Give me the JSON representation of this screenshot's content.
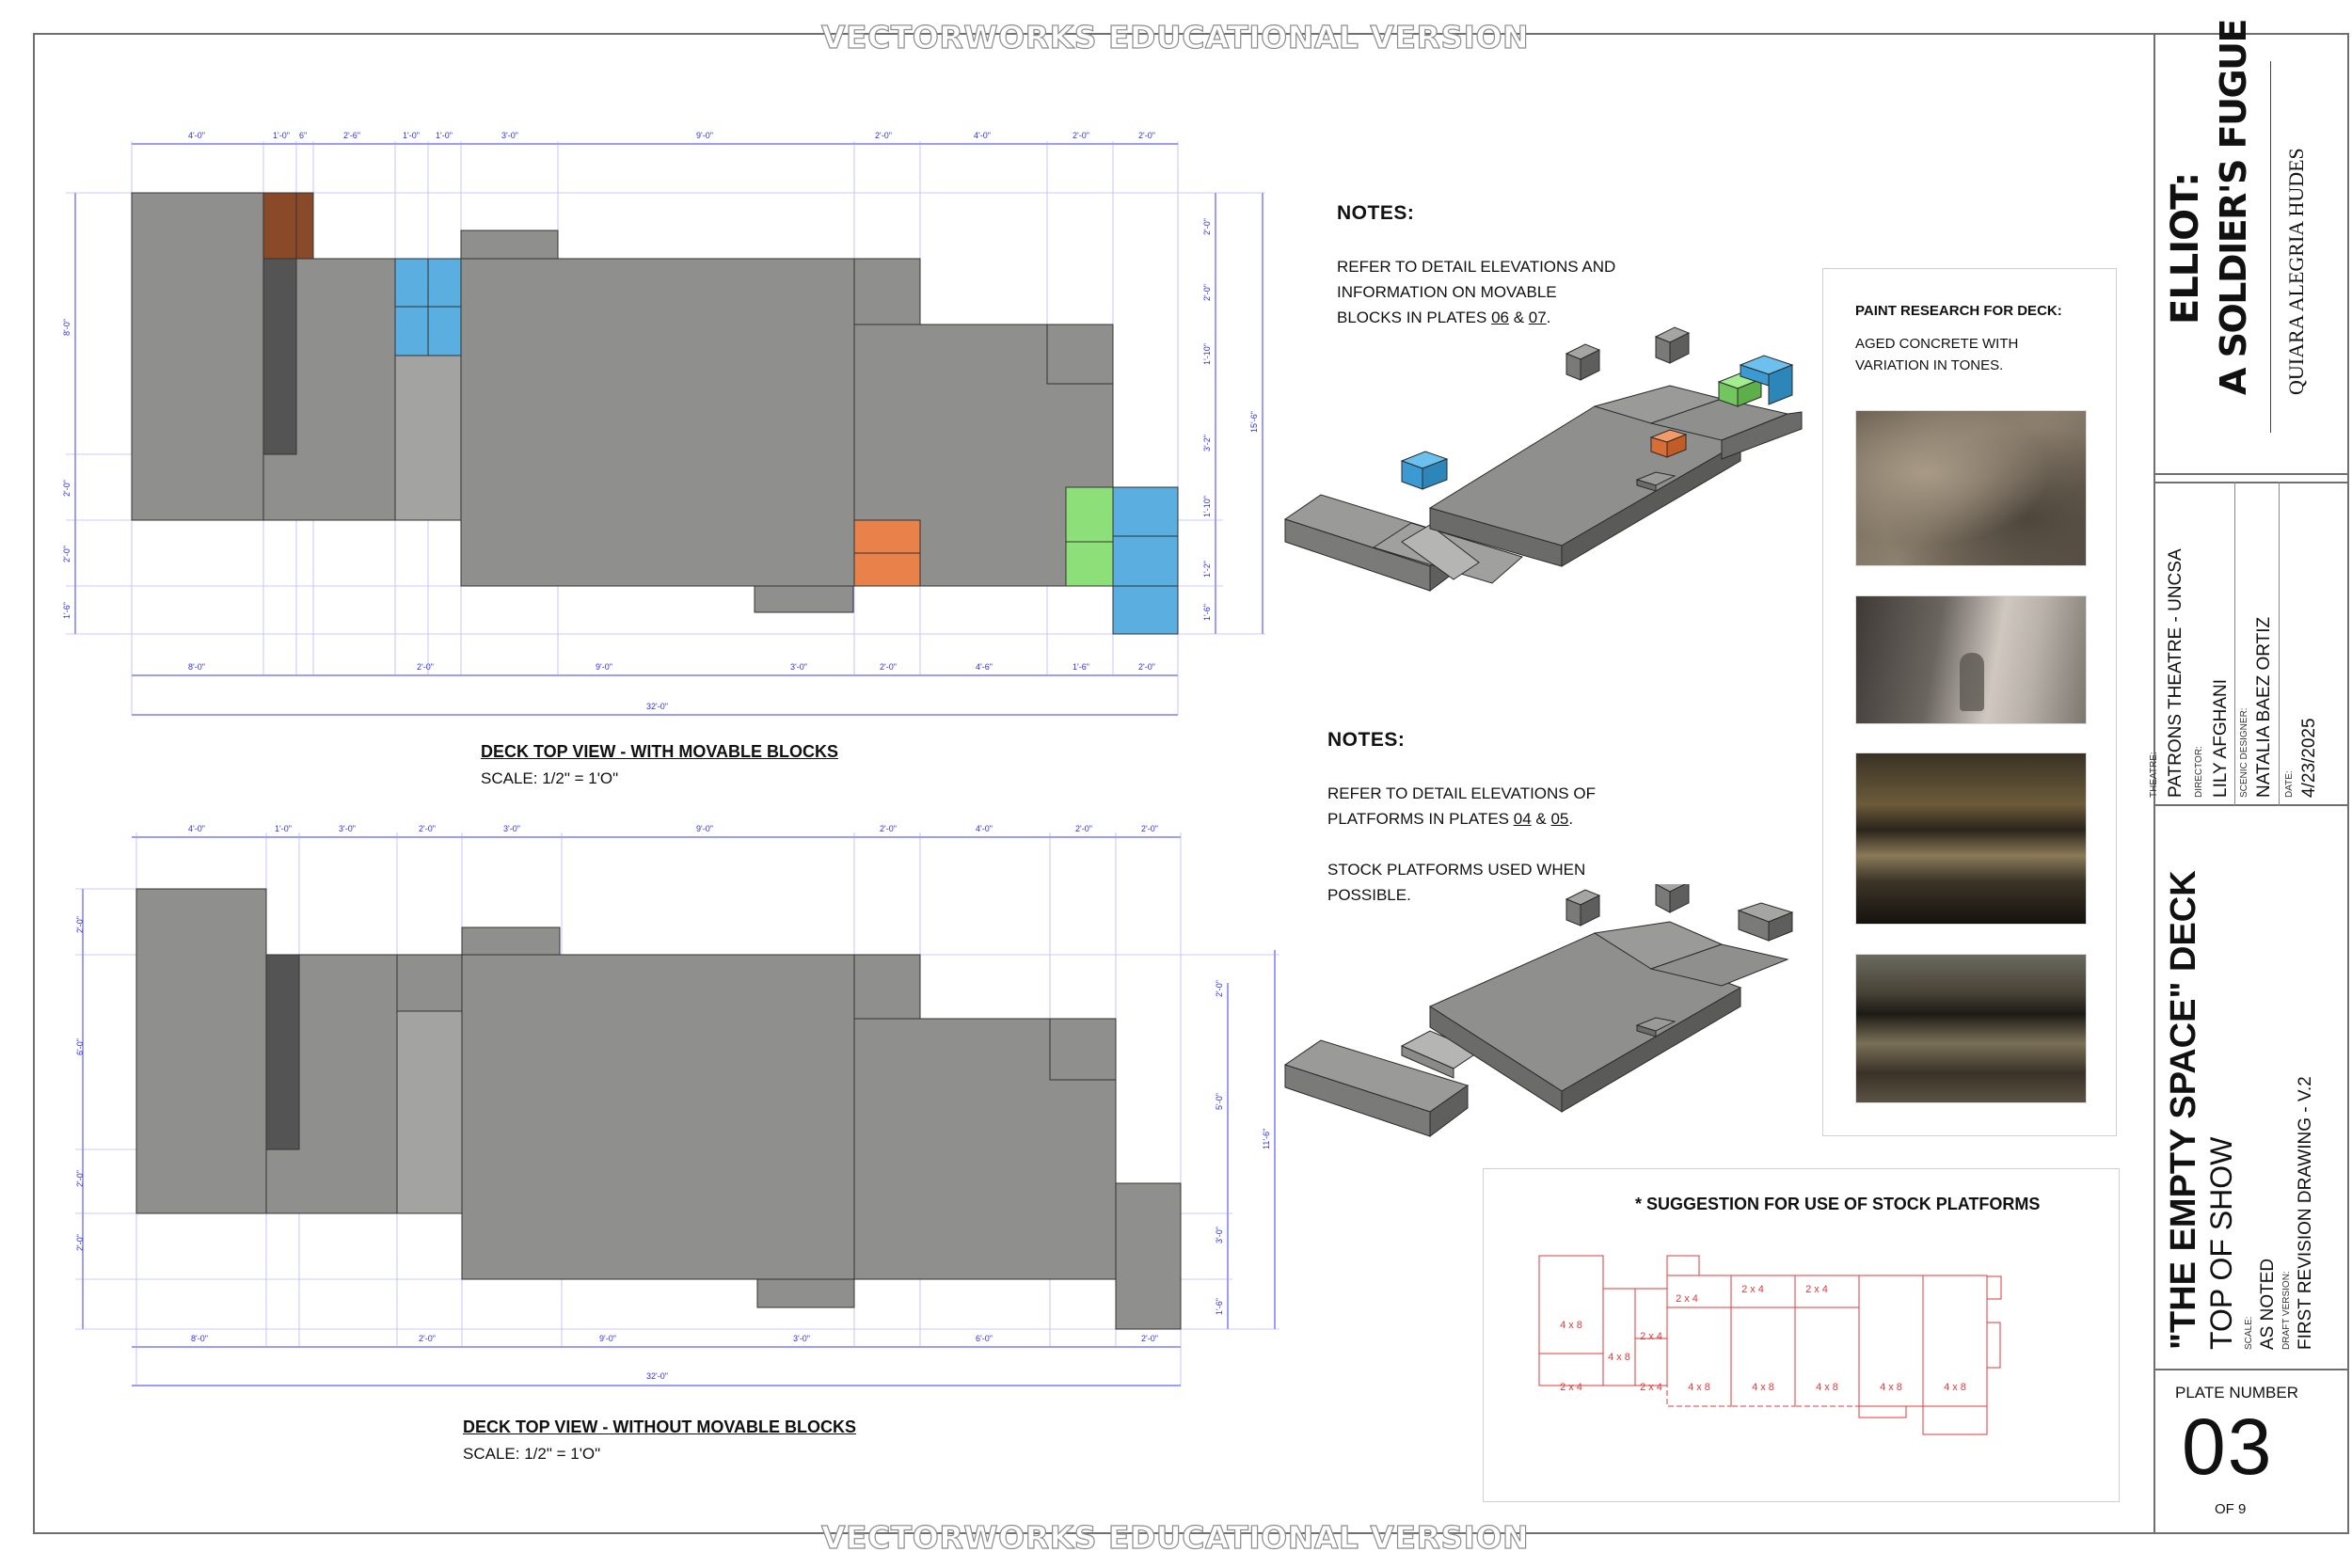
{
  "watermark": "VECTORWORKS EDUCATIONAL VERSION",
  "notes_1": {
    "heading": "NOTES:",
    "line1": "REFER TO DETAIL ELEVATIONS AND",
    "line2": "INFORMATION ON MOVABLE",
    "line3_pre": "BLOCKS IN PLATES ",
    "plate_a": "06",
    "amp": " & ",
    "plate_b": "07",
    "dot": "."
  },
  "notes_2": {
    "heading": "NOTES:",
    "line1": "REFER TO DETAIL ELEVATIONS OF",
    "line2_pre": "PLATFORMS IN PLATES ",
    "plate_a": "04",
    "amp": " & ",
    "plate_b": "05",
    "dot": ".",
    "line3": "STOCK PLATFORMS USED WHEN",
    "line4": "POSSIBLE."
  },
  "view_top": {
    "title": "DECK TOP VIEW - WITH MOVABLE BLOCKS",
    "scale": "SCALE: 1/2\" = 1'O\"",
    "dims_top": [
      "4'-0\"",
      "1'-0\"",
      "6\"",
      "2'-6\"",
      "1'-0\"",
      "1'-0\"",
      "3'-0\"",
      "9'-0\"",
      "2'-0\"",
      "4'-0\"",
      "2'-0\"",
      "2'-0\""
    ],
    "dims_bottom": [
      "8'-0\"",
      "2'-0\"",
      "9'-0\"",
      "3'-0\"",
      "2'-0\"",
      "4'-6\"",
      "1'-6\"",
      "2'-0\""
    ],
    "dims_left": [
      "8'-0\"",
      "2'-0\"",
      "2'-0\"",
      "1'-6\""
    ],
    "dims_right": [
      "2'-0\"",
      "2'-0\"",
      "1'-10\"",
      "3'-2\"",
      "1'-10\"",
      "1'-2\"",
      "1'-6\""
    ],
    "overall_right": "15'-6\"",
    "overall_bottom": "32'-0\""
  },
  "view_bottom": {
    "title": "DECK TOP VIEW - WITHOUT MOVABLE BLOCKS",
    "scale": "SCALE: 1/2\" = 1'O\"",
    "dims_top": [
      "4'-0\"",
      "1'-0\"",
      "3'-0\"",
      "2'-0\"",
      "3'-0\"",
      "9'-0\"",
      "2'-0\"",
      "4'-0\"",
      "2'-0\"",
      "2'-0\""
    ],
    "dims_bottom": [
      "8'-0\"",
      "2'-0\"",
      "9'-0\"",
      "3'-0\"",
      "6'-0\"",
      "2'-0\""
    ],
    "dims_left": [
      "2'-0\"",
      "6'-0\"",
      "2'-0\"",
      "2'-0\""
    ],
    "dims_right": [
      "2'-0\"",
      "5'-0\"",
      "3'-0\"",
      "1'-6\""
    ],
    "overall_right": "11'-6\"",
    "overall_bottom": "32'-0\""
  },
  "paint": {
    "heading": "PAINT RESEARCH FOR DECK:",
    "line1": "AGED CONCRETE WITH",
    "line2": "VARIATION IN TONES."
  },
  "stock": {
    "heading": "* SUGGESTION FOR USE OF STOCK PLATFORMS",
    "labels": [
      "4 x 8",
      "2 x 4",
      "4 x 8",
      "2 x 4",
      "2 x 4",
      "2 x 4",
      "2 x 4",
      "2 x 4",
      "4 x 8",
      "4 x 8",
      "4 x 8",
      "4 x 8",
      "4 x 8"
    ]
  },
  "title_block": {
    "show_title_1": "ELLIOT:",
    "show_title_2": "A SOLDIER'S FUGUE",
    "playwright": "QUIARA ALEGRIA HUDES",
    "theatre_label": "THEATRE:",
    "theatre": "PATRONS THEATRE - UNCSA",
    "director_label": "DIRECTOR:",
    "director": "LILY AFGHANI",
    "designer_label": "SCENIC DESIGNER:",
    "designer": "NATALIA BAEZ ORTIZ",
    "date_label": "DATE:",
    "date": "4/23/2025",
    "drawing_title": "\"THE EMPTY SPACE\" DECK",
    "drawing_sub": "TOP OF SHOW",
    "scale_label": "SCALE:",
    "scale": "AS NOTED",
    "version_label": "DRAFT VERSION:",
    "version": "FIRST REVISION DRAWING - V.2",
    "plate_label": "PLATE NUMBER",
    "plate_number": "03",
    "plate_of": "OF 9"
  },
  "colors": {
    "deck": "#8f8f8d",
    "deck_light": "#a3a3a1",
    "deck_dark": "#545454",
    "brown": "#8a4a2a",
    "blue": "#5aaee0",
    "green": "#8de079",
    "orange": "#e8824a",
    "dim_line": "#3b3bff",
    "stock_red": "#e0383a"
  }
}
